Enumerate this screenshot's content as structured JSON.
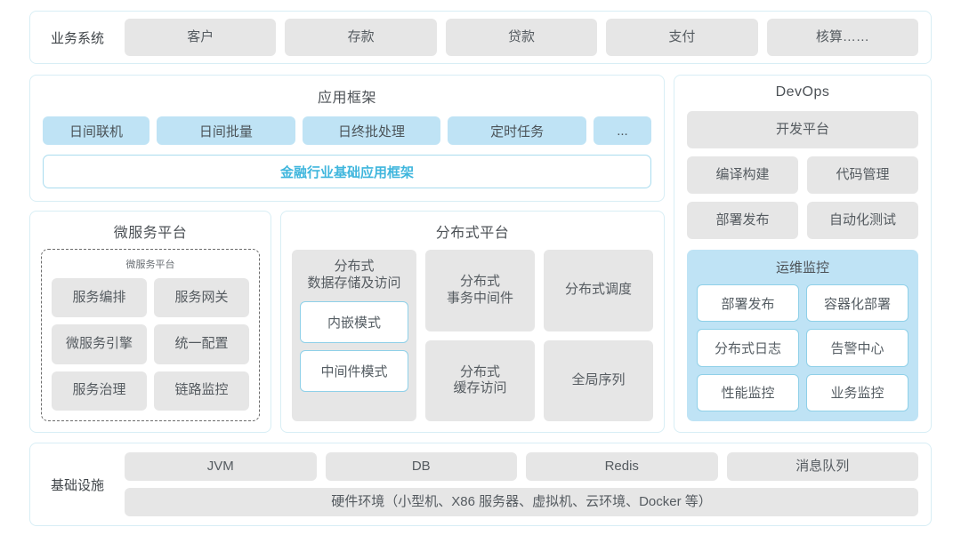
{
  "business_system": {
    "label": "业务系统",
    "items": [
      "客户",
      "存款",
      "贷款",
      "支付",
      "核算……"
    ]
  },
  "app_framework": {
    "title": "应用框架",
    "items": [
      "日间联机",
      "日间批量",
      "日终批处理",
      "定时任务",
      "..."
    ],
    "footer_bar": "金融行业基础应用框架"
  },
  "microservice": {
    "title": "微服务平台",
    "inner_title": "微服务平台",
    "items": [
      "服务编排",
      "服务网关",
      "微服务引擎",
      "统一配置",
      "服务治理",
      "链路监控"
    ]
  },
  "distributed": {
    "title": "分布式平台",
    "storage": {
      "title": "分布式\n数据存储及访问",
      "modes": [
        "内嵌模式",
        "中间件模式"
      ]
    },
    "items": [
      "分布式\n事务中间件",
      "分布式调度",
      "分布式\n缓存访问",
      "全局序列"
    ]
  },
  "devops": {
    "title": "DevOps",
    "platform": "开发平台",
    "pairs": [
      [
        "编译构建",
        "代码管理"
      ],
      [
        "部署发布",
        "自动化测试"
      ]
    ],
    "ops_monitor": {
      "title": "运维监控",
      "items": [
        "部署发布",
        "容器化部署",
        "分布式日志",
        "告警中心",
        "性能监控",
        "业务监控"
      ]
    }
  },
  "infrastructure": {
    "label": "基础设施",
    "items": [
      "JVM",
      "DB",
      "Redis",
      "消息队列"
    ],
    "hardware": "硬件环境（小型机、X86 服务器、虚拟机、云环境、Docker 等）"
  },
  "colors": {
    "card_border": "#d8eef5",
    "tile_gray": "#e6e6e6",
    "tile_blue": "#bfe3f5",
    "accent_cyan": "#3fb6dd",
    "outline_blue": "#8fd0e8",
    "text_dark": "#3f4448",
    "text_gray": "#555b60"
  }
}
